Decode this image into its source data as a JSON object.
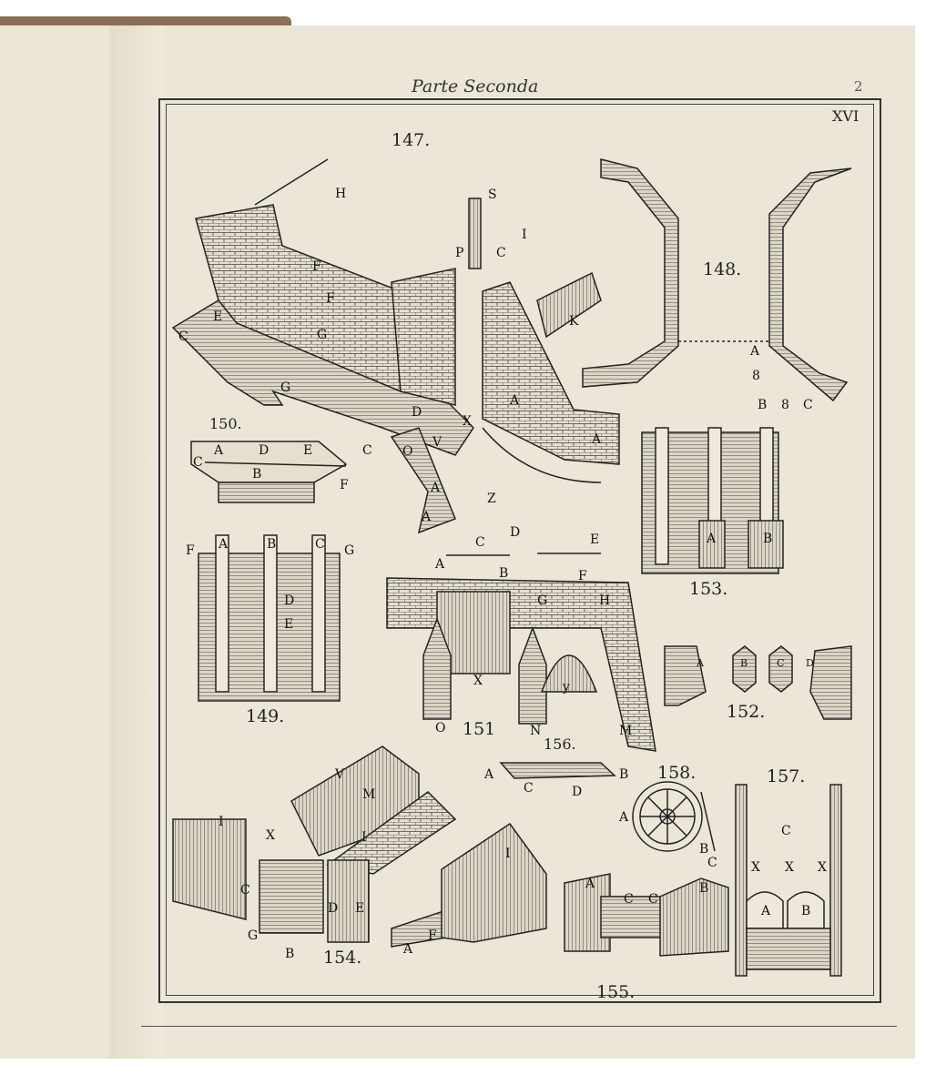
{
  "header": {
    "title": "Parte Seconda",
    "page_number": "2",
    "plate": "XVI"
  },
  "figures": [
    "147.",
    "148.",
    "149.",
    "150.",
    "151",
    "152.",
    "153.",
    "154.",
    "155.",
    "156.",
    "157.",
    "158."
  ],
  "labels": {
    "f147": [
      "H",
      "S",
      "I",
      "P",
      "C",
      "F",
      "F",
      "E",
      "C",
      "G",
      "G",
      "K",
      "A",
      "D",
      "X",
      "V",
      "O",
      "A",
      "A",
      "Z",
      "C",
      "A"
    ],
    "f148": [
      "A",
      "8",
      "B",
      "8",
      "C"
    ],
    "f150": [
      "A",
      "D",
      "E",
      "C",
      "B",
      "F"
    ],
    "f149": [
      "F",
      "A",
      "B",
      "C",
      "G",
      "D",
      "E"
    ],
    "f151": [
      "A",
      "C",
      "D",
      "B",
      "E",
      "F",
      "G",
      "H",
      "X",
      "y",
      "O",
      "N",
      "M"
    ],
    "f153": [
      "A",
      "B"
    ],
    "f152": [
      "A",
      "B",
      "C",
      "D"
    ],
    "f156": [
      "A",
      "B",
      "C",
      "D"
    ],
    "f158": [
      "A",
      "B",
      "C"
    ],
    "f157": [
      "C",
      "X",
      "X",
      "X",
      "A",
      "B"
    ],
    "f154": [
      "V",
      "M",
      "I",
      "X",
      "I",
      "I",
      "C",
      "D",
      "E",
      "A",
      "F",
      "G",
      "B"
    ],
    "f155": [
      "A",
      "C",
      "C",
      "B"
    ]
  }
}
